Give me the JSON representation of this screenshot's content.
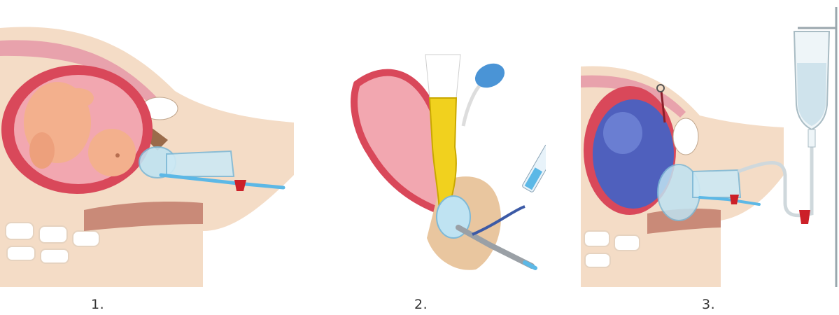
{
  "steps": [
    {
      "label": "1."
    },
    {
      "label": "2."
    },
    {
      "label": "3."
    }
  ],
  "colors": {
    "skin": "#f4dcc6",
    "uterus_wall": "#d9485a",
    "uterus_inner": "#f2a7b0",
    "fetus": "#f3b08d",
    "balloon": "#bfe3f2",
    "catheter": "#5cb8e6",
    "glove": "#f1d11e",
    "bulb": "#4a94d6",
    "fluid_balloon": "#3f63c8",
    "clamp_red": "#cc2028"
  }
}
